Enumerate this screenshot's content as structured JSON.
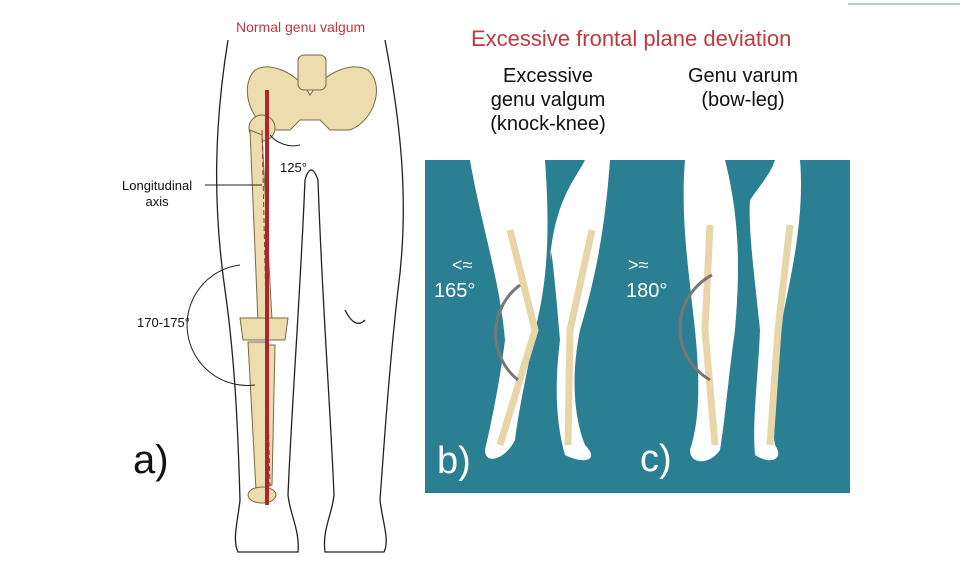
{
  "panel_a": {
    "title": "Normal genu valgum",
    "label_axis": "Longitudinal\naxis",
    "label_axis_line1": "Longitudinal",
    "label_axis_line2": "axis",
    "angle_hip": "125°",
    "angle_knee": "170-175°",
    "letter": "a)"
  },
  "right": {
    "title": "Excessive frontal plane deviation",
    "panel_b": {
      "line1": "Excessive",
      "line2": "genu valgum",
      "line3": "(knock-knee)",
      "symbol": "<≈",
      "angle": "165°",
      "letter": "b)"
    },
    "panel_c": {
      "line1": "Genu varum",
      "line2": "(bow-leg)",
      "symbol": ">≈",
      "angle": "180°",
      "letter": "c)"
    }
  },
  "colors": {
    "title_red": "#c0393f",
    "teal": "#2b7f93",
    "bone": "#ecdcae",
    "axis_red": "#a8282c"
  }
}
